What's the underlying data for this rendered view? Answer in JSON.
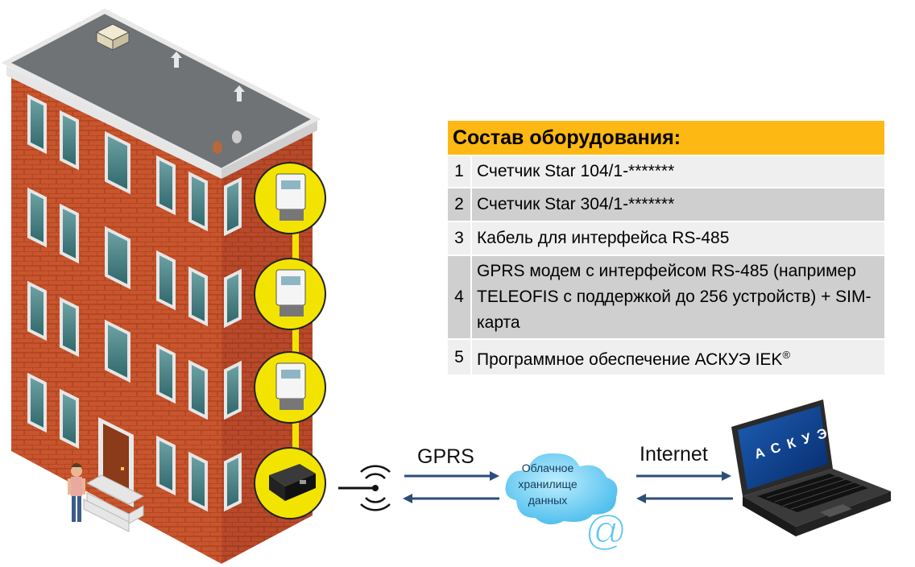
{
  "table": {
    "title": "Состав оборудования:",
    "rows": [
      {
        "num": "1",
        "text": "Счетчик Star 104/1-*******"
      },
      {
        "num": "2",
        "text": "Счетчик Star 304/1-*******"
      },
      {
        "num": "3",
        "text": "Кабель для интерфейса RS-485"
      },
      {
        "num": "4",
        "text": "GPRS модем с интерфейсом RS-485 (например TELEOFIS с поддержкой до 256 устройств) + SIM-карта"
      },
      {
        "num": "5",
        "text": "Программное обеспечение АСКУЭ IEK",
        "sup": "®"
      }
    ]
  },
  "links": {
    "gprs": "GPRS",
    "internet": "Internet"
  },
  "cloud": {
    "line1": "Облачное",
    "line2": "хранилище",
    "line3": "данных",
    "symbol": "@"
  },
  "laptop": {
    "screen_text": "АСКУЭ"
  },
  "colors": {
    "accent": "#fdb813",
    "brick": "#c8552d",
    "roof": "#6f7376",
    "cloud": "#5bc8ef",
    "arrow": "#2d4e7a",
    "meter_circle": "#f3e400"
  },
  "icons": [
    "building",
    "electric-meter-icon",
    "gprs-modem-icon",
    "antenna-signal-icon",
    "cloud-icon",
    "at-sign-icon",
    "laptop-icon",
    "person-icon"
  ]
}
